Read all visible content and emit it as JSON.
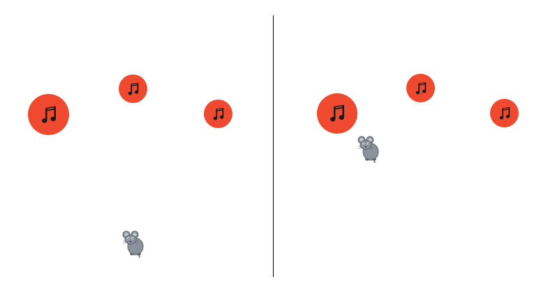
{
  "colors": {
    "note_button": "#ef4a30",
    "note_icon": "#1a1a1a",
    "divider": "#000000",
    "mouse_body": "#8a929c",
    "mouse_outline": "#5f6670",
    "mouse_ear_inner": "#c6ccd4"
  },
  "icons": {
    "note": "music-note-icon",
    "player": "mouse-icon"
  },
  "panels": [
    {
      "name": "left",
      "notes": [
        "large",
        "small",
        "small"
      ],
      "player": "mouse"
    },
    {
      "name": "right",
      "notes": [
        "large",
        "small",
        "small"
      ],
      "player": "mouse"
    }
  ]
}
